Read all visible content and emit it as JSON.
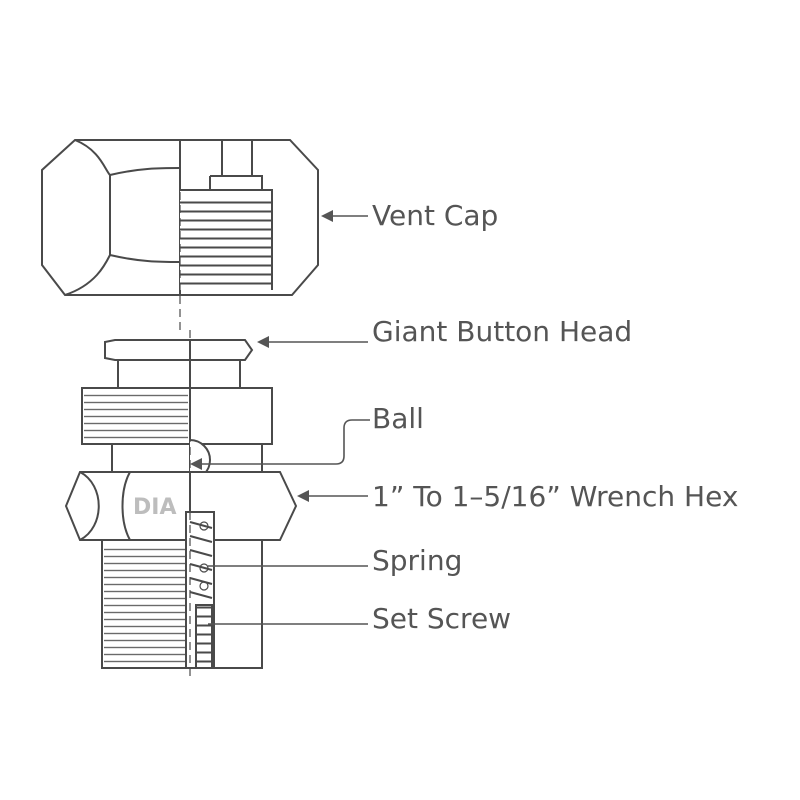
{
  "labels": {
    "vent_cap": "Vent Cap",
    "giant_button_head": "Giant Button Head",
    "ball": "Ball",
    "wrench_hex": "1” To 1–5/16” Wrench Hex",
    "spring": "Spring",
    "set_screw": "Set Screw"
  },
  "logo": "DIA",
  "colors": {
    "line": "#4a4a4a",
    "label": "#555555",
    "hatch": "#555555"
  }
}
